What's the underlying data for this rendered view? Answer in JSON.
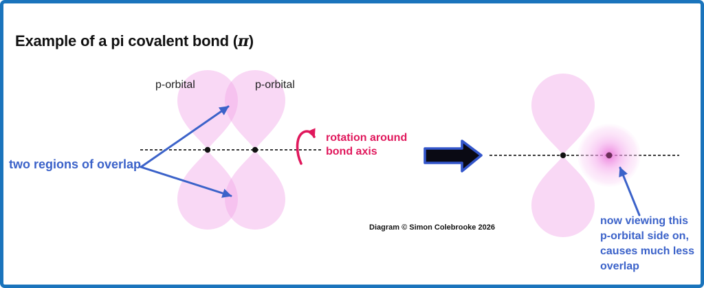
{
  "title": {
    "prefix": "Example of a pi covalent bond (",
    "pi": "π",
    "suffix": ")"
  },
  "left_diagram": {
    "orbital_label_left": "p-orbital",
    "orbital_label_right": "p-orbital",
    "overlap_label": "two regions of overlap",
    "rotation_label": "rotation around\nbond axis"
  },
  "right_diagram": {
    "side_on_label": "now viewing this\np-orbital side on,\ncauses much less\noverlap"
  },
  "credit": "Diagram © Simon Colebrooke 2026",
  "colors": {
    "border_blue": "#1a74bc",
    "annotation_blue": "#3b62c9",
    "rotation_crimson": "#e0185c",
    "orbital_pink": "#f2a8e8",
    "side_on_core_pink": "#e96bd6",
    "nucleus_black": "#111111",
    "nucleus_plum": "#6b2d58",
    "bond_axis_black": "#1c1c1c",
    "transform_arrow_fill": "#0a0a14",
    "transform_arrow_stroke": "#3356cb"
  }
}
